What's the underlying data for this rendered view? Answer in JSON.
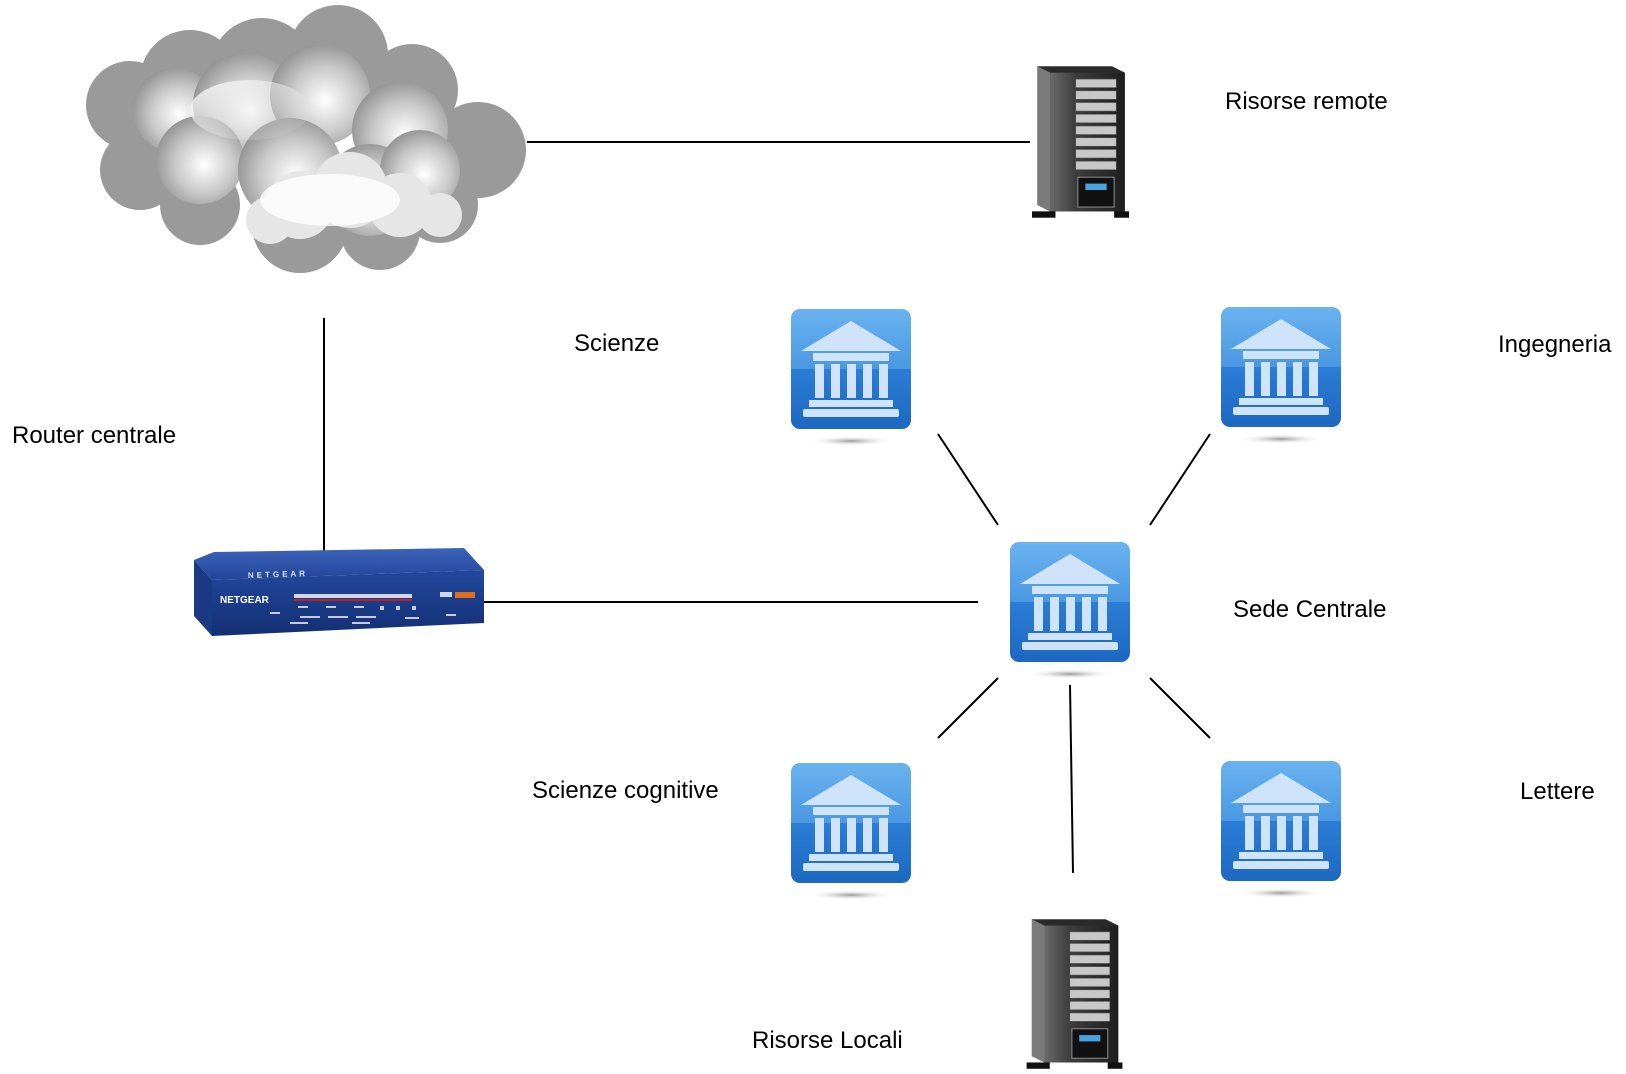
{
  "labels": {
    "remote_resources": "Risorse remote",
    "scienze": "Scienze",
    "ingegneria": "Ingegneria",
    "router": "Router centrale",
    "sede_centrale": "Sede Centrale",
    "scienze_cognitive": "Scienze cognitive",
    "lettere": "Lettere",
    "local_resources": "Risorse Locali"
  },
  "router_brand": "NETGEAR",
  "icons": {
    "cloud": "cloud-icon",
    "server": "server-tower-icon",
    "building": "institution-building-icon",
    "router": "router-device-icon"
  },
  "colors": {
    "line": "#000000",
    "icon_blue_top": "#5aa7ec",
    "icon_blue_bottom": "#1f6fc9",
    "icon_symbol": "#cfe4fb",
    "router_blue": "#1f3f8f",
    "server_body": "#3a3a3a"
  }
}
